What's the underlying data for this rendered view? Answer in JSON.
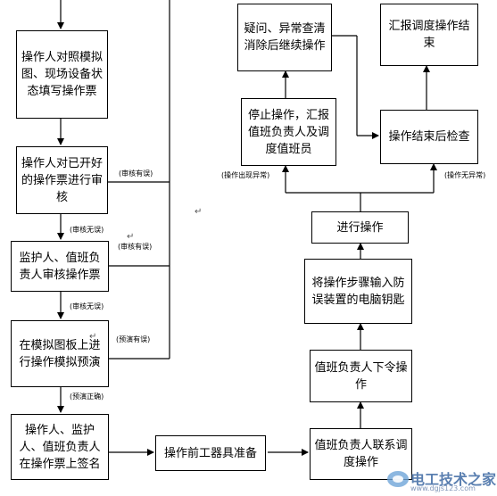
{
  "boxes": {
    "fill_ticket": "操作人对照模拟图、现场设备状态填写操作票",
    "review_own": "操作人对已开好的操作票进行审核",
    "guardian_review": "监护人、值班负责人审核操作票",
    "simulate": "在模拟图板上进行操作模拟预演",
    "sign": "操作人、监护人、值班负责人在操作票上签名",
    "tool_prep": "操作前工器具准备",
    "contact_dispatch": "值班负责人联系调度操作",
    "order": "值班负责人下令操作",
    "input_key": "将操作步骤输入防误装置的电脑钥匙",
    "execute": "进行操作",
    "stop_report": "停止操作，汇报值班负责人及调度值班员",
    "resolve": "疑问、异常查清消除后继续操作",
    "check_after": "操作结束后检查",
    "report_end": "汇报调度操作结束"
  },
  "labels": {
    "review_error": "(审核有误)",
    "review_ok": "(审核无误)",
    "review_error_2": "(审核有误)",
    "review_ok_2": "(审核无误)",
    "rehearsal_error": "(预演有误)",
    "rehearsal_ok": "(预演正确)",
    "op_problem": "(操作出现异常)",
    "op_normal": "(操作无异常)"
  },
  "watermark": {
    "text": "电工技术之家",
    "url": "www.dgjs123.com"
  },
  "colors": {
    "line": "#000000",
    "watermark": "#5a7fb0"
  }
}
